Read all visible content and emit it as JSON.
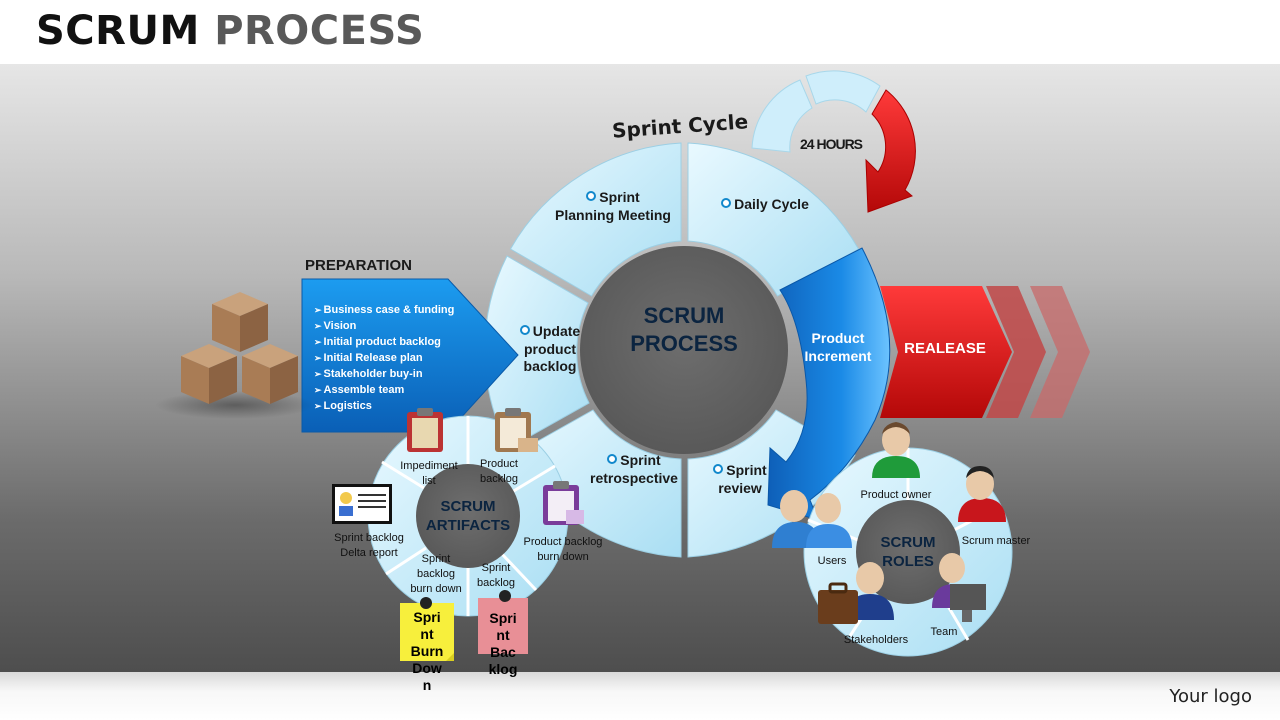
{
  "header": {
    "title_bold": "SCRUM",
    "title_rest": "PROCESS"
  },
  "footer": {
    "logo": "Your logo"
  },
  "sprint_cycle": {
    "arc_label": "Sprint Cycle",
    "center": [
      "SCRUM",
      "PROCESS"
    ],
    "segments": {
      "planning": [
        "Sprint",
        "Planning Meeting"
      ],
      "daily": "Daily Cycle",
      "increment": [
        "Product",
        "Increment"
      ],
      "review": [
        "Sprint",
        "review"
      ],
      "retrospective": [
        "Sprint",
        "retrospective"
      ],
      "update": [
        "Update",
        "product",
        "backlog"
      ]
    },
    "hours_label": "24 HOURS"
  },
  "preparation": {
    "heading": "PREPARATION",
    "items": [
      "Business case & funding",
      "Vision",
      "Initial product backlog",
      "Initial Release plan",
      "Stakeholder buy-in",
      "Assemble team",
      "Logistics"
    ]
  },
  "release": {
    "label": "REALEASE"
  },
  "artifacts": {
    "center": [
      "SCRUM",
      "ARTIFACTS"
    ],
    "items": {
      "impediment": [
        "Impediment",
        "list"
      ],
      "product_backlog": [
        "Product",
        "backlog"
      ],
      "pb_burndown": [
        "Product backlog",
        "burn down"
      ],
      "sprint_backlog": [
        "Sprint",
        "backlog"
      ],
      "sb_burndown": [
        "Sprint",
        "backlog",
        "burn down"
      ],
      "delta": [
        "Sprint backlog",
        "Delta report"
      ]
    },
    "notes": {
      "yellow": [
        "Spri",
        "nt",
        "Burn",
        "Dow",
        "n"
      ],
      "pink": [
        "Spri",
        "nt",
        "Bac",
        "klog"
      ]
    }
  },
  "roles": {
    "center": [
      "SCRUM",
      "ROLES"
    ],
    "items": {
      "product_owner": "Product owner",
      "scrum_master": "Scrum master",
      "team": "Team",
      "stakeholders": "Stakeholders",
      "users": "Users"
    }
  },
  "colors": {
    "segment": "#cdeefa",
    "center": "#5f5f5f",
    "blue": "#0b76d0",
    "red": "#e01515"
  }
}
